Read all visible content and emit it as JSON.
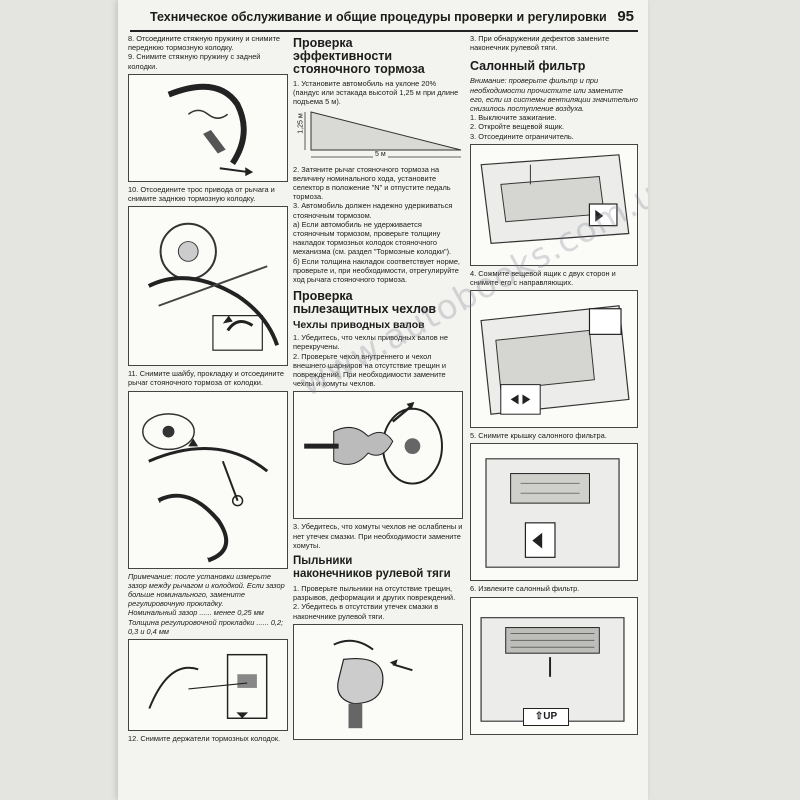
{
  "header": {
    "title": "Техническое обслуживание и общие процедуры проверки и регулировки",
    "page_number": "95"
  },
  "col1": {
    "step8": "8. Отсоедините стяжную пружину и снимите переднюю тормозную колодку.\n9. Снимите стяжную пружину с задней колодки.",
    "step10": "10. Отсоедините трос привода от рычага и снимите заднюю тормозную колодку.",
    "step11": "11. Снимите шайбу, прокладку и отсоедините рычаг стояночного тормоза от колодки.",
    "note": "Примечание: после установки измерьте зазор между рычагом и колодкой. Если зазор больше номинального, замените регулировочную прокладку.",
    "spec1_label": "Номинальный зазор",
    "spec1_value": "менее 0,25 мм",
    "spec2_label": "Толщина регулировочной прокладки",
    "spec2_value": "0,2; 0,3 и 0,4 мм",
    "step12": "12. Снимите держатели тормозных колодок."
  },
  "col2": {
    "section1_title": "Проверка\nэффективности\nстояночного тормоза",
    "s1_p1": "1. Установите автомобиль на уклоне 20% (пандус или эстакада высотой 1,25 м при длине подъема 5 м).",
    "ruler_h": "1,25 м",
    "ruler_w": "5 м",
    "s1_p2": "2. Затяните рычаг стояночного тормоза на величину номинального хода, установите селектор в положение \"N\" и отпустите педаль тормоза.\n3. Автомобиль должен надежно удерживаться стояночным тормозом.\n   а) Если автомобиль не удерживается стояночным тормозом, проверьте толщину накладок тормозных колодок стояночного механизма (см. раздел \"Тормозные колодки\").\n   б) Если толщина накладок соответствует норме, проверьте и, при необходимости, отрегулируйте ход рычага стояночного тормоза.",
    "section2_title": "Проверка\nпылезащитных чехлов",
    "sub1": "Чехлы приводных валов",
    "s2_p1": "1. Убедитесь, что чехлы приводных валов не перекручены.\n2. Проверьте чехол внутреннего и чехол внешнего шарниров на отсутствие трещин и повреждений. При необходимости замените чехлы и хомуты чехлов.",
    "s2_p3": "3. Убедитесь, что хомуты чехлов не ослаблены и нет утечек смазки. При необходимости замените хомуты.",
    "section3_title": "Пыльники\nнаконечников рулевой тяги",
    "s3_p1": "1. Проверьте пыльники на отсутствие трещин, разрывов, деформации и других повреждений.\n2. Убедитесь в отсутствии утечек смазки в наконечнике рулевой тяги."
  },
  "col3": {
    "s3_p3": "3. При обнаружении дефектов замените наконечник рулевой тяги.",
    "section4_title": "Салонный фильтр",
    "attention": "Внимание: проверьте фильтр и при необходимости прочистите или замените его, если из системы вентиляции значительно снизилось поступление воздуха.",
    "steps1_3": "1. Выключите зажигание.\n2. Откройте вещевой ящик.\n3. Отсоедините ограничитель.",
    "step4": "4. Сожмите вещевой ящик с двух сторон и снимите его с направляющих.",
    "step5": "5. Снимите крышку салонного фильтра.",
    "step6": "6. Извлеките салонный фильтр.",
    "up_label": "⇧UP"
  },
  "watermark": "www.autobooks.com.ua"
}
